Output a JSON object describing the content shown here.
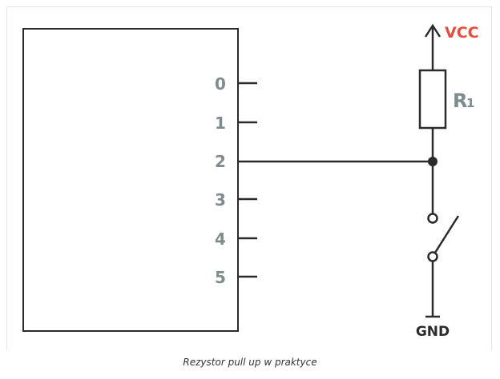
{
  "diagram": {
    "vcc_label": "VCC",
    "gnd_label": "GND",
    "resistor_label": "R",
    "resistor_subscript": "1",
    "pins": [
      "0",
      "1",
      "2",
      "3",
      "4",
      "5"
    ],
    "colors": {
      "vcc": "#e74c3c",
      "pin_numbers": "#7f8c8d",
      "wires": "#2b2b2b"
    }
  },
  "caption": "Rezystor pull up w praktyce"
}
